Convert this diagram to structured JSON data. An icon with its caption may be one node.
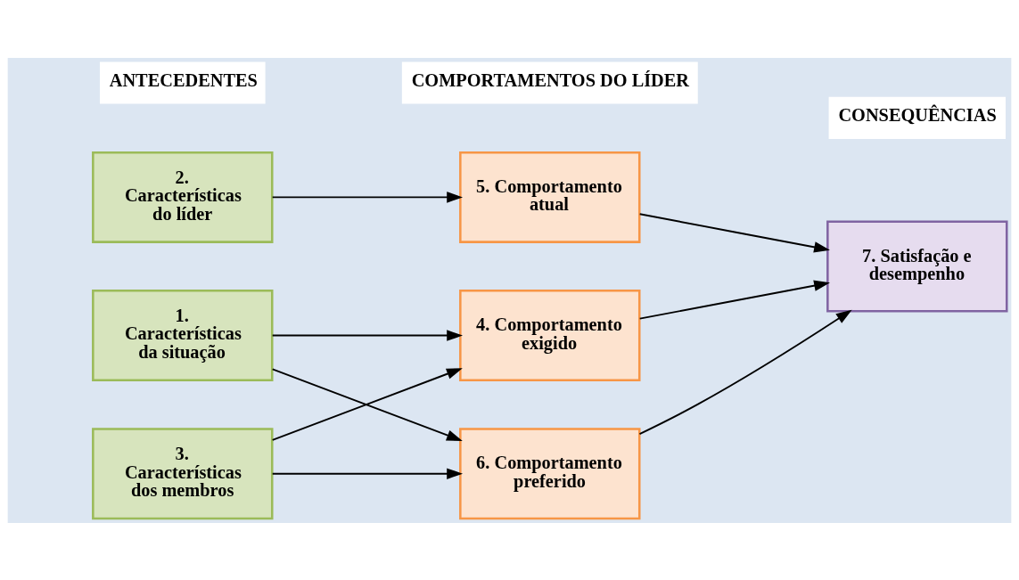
{
  "diagram": {
    "nodes": [
      {
        "text": [
          "1. Características da situação"
        ]
      },
      {
        "text": [
          "2. Características do líder"
        ]
      },
      {
        "text": [
          "3. Características dos membros"
        ]
      },
      {
        "text": [
          "4. Comportamento exigido"
        ]
      },
      {
        "text": [
          "5. Comportamento atual"
        ]
      },
      {
        "text": [
          "6. Comportamento preferido"
        ]
      },
      {
        "text": [
          "7. Satisfação e desempenho"
        ]
      }
    ],
    "edges": [
      {
        "from": 0,
        "to": 3,
        "arrow": "to"
      },
      {
        "from": 0,
        "to": 5,
        "arrow": "to"
      },
      {
        "from": 1,
        "to": 4,
        "arrow": "to"
      },
      {
        "from": 2,
        "to": 3,
        "arrow": "to"
      },
      {
        "from": 2,
        "to": 5,
        "arrow": "to"
      },
      {
        "from": 3,
        "to": 6,
        "arrow": "to"
      },
      {
        "from": 4,
        "to": 6,
        "arrow": "to"
      },
      {
        "from": 5,
        "to": 6,
        "arrow": "to"
      }
    ],
    "labels": [
      "ANTECEDENTES",
      "COMPORTAMENTOS DO LÍDER",
      "CONSEQUÊNCIAS"
    ]
  }
}
